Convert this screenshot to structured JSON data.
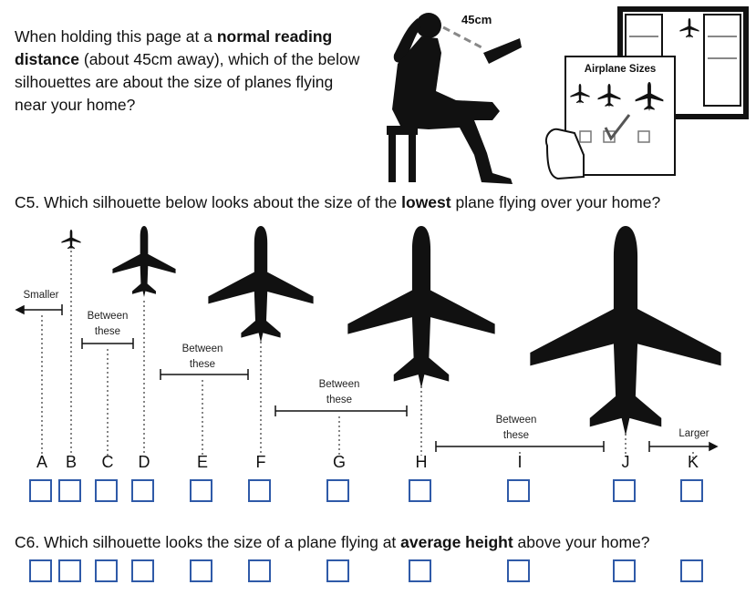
{
  "intro": {
    "part1": "When holding this page at a ",
    "bold": "normal reading distance",
    "part2": " (about 45cm away), which of the below silhouettes are about the size of planes flying near your home?"
  },
  "illustration": {
    "distance_label": "45cm",
    "card_title": "Airplane Sizes"
  },
  "c5": {
    "pre": "C5. Which silhouette below looks about the size of the ",
    "bold": "lowest",
    "post": " plane flying over your home?"
  },
  "c6": {
    "pre": "C6. Which silhouette looks the size of a plane flying at ",
    "bold": "average height",
    "post": " above your home?"
  },
  "range_labels": {
    "smaller": "Smaller",
    "between1": "Between\nthese",
    "between2": "Between\nthese",
    "between3": "Between\nthese",
    "between4": "Between\nthese",
    "larger": "Larger"
  },
  "options": [
    "A",
    "B",
    "C",
    "D",
    "E",
    "F",
    "G",
    "H",
    "I",
    "J",
    "K"
  ],
  "colors": {
    "checkbox_border": "#2f5aa8",
    "silhouette": "#111111"
  }
}
